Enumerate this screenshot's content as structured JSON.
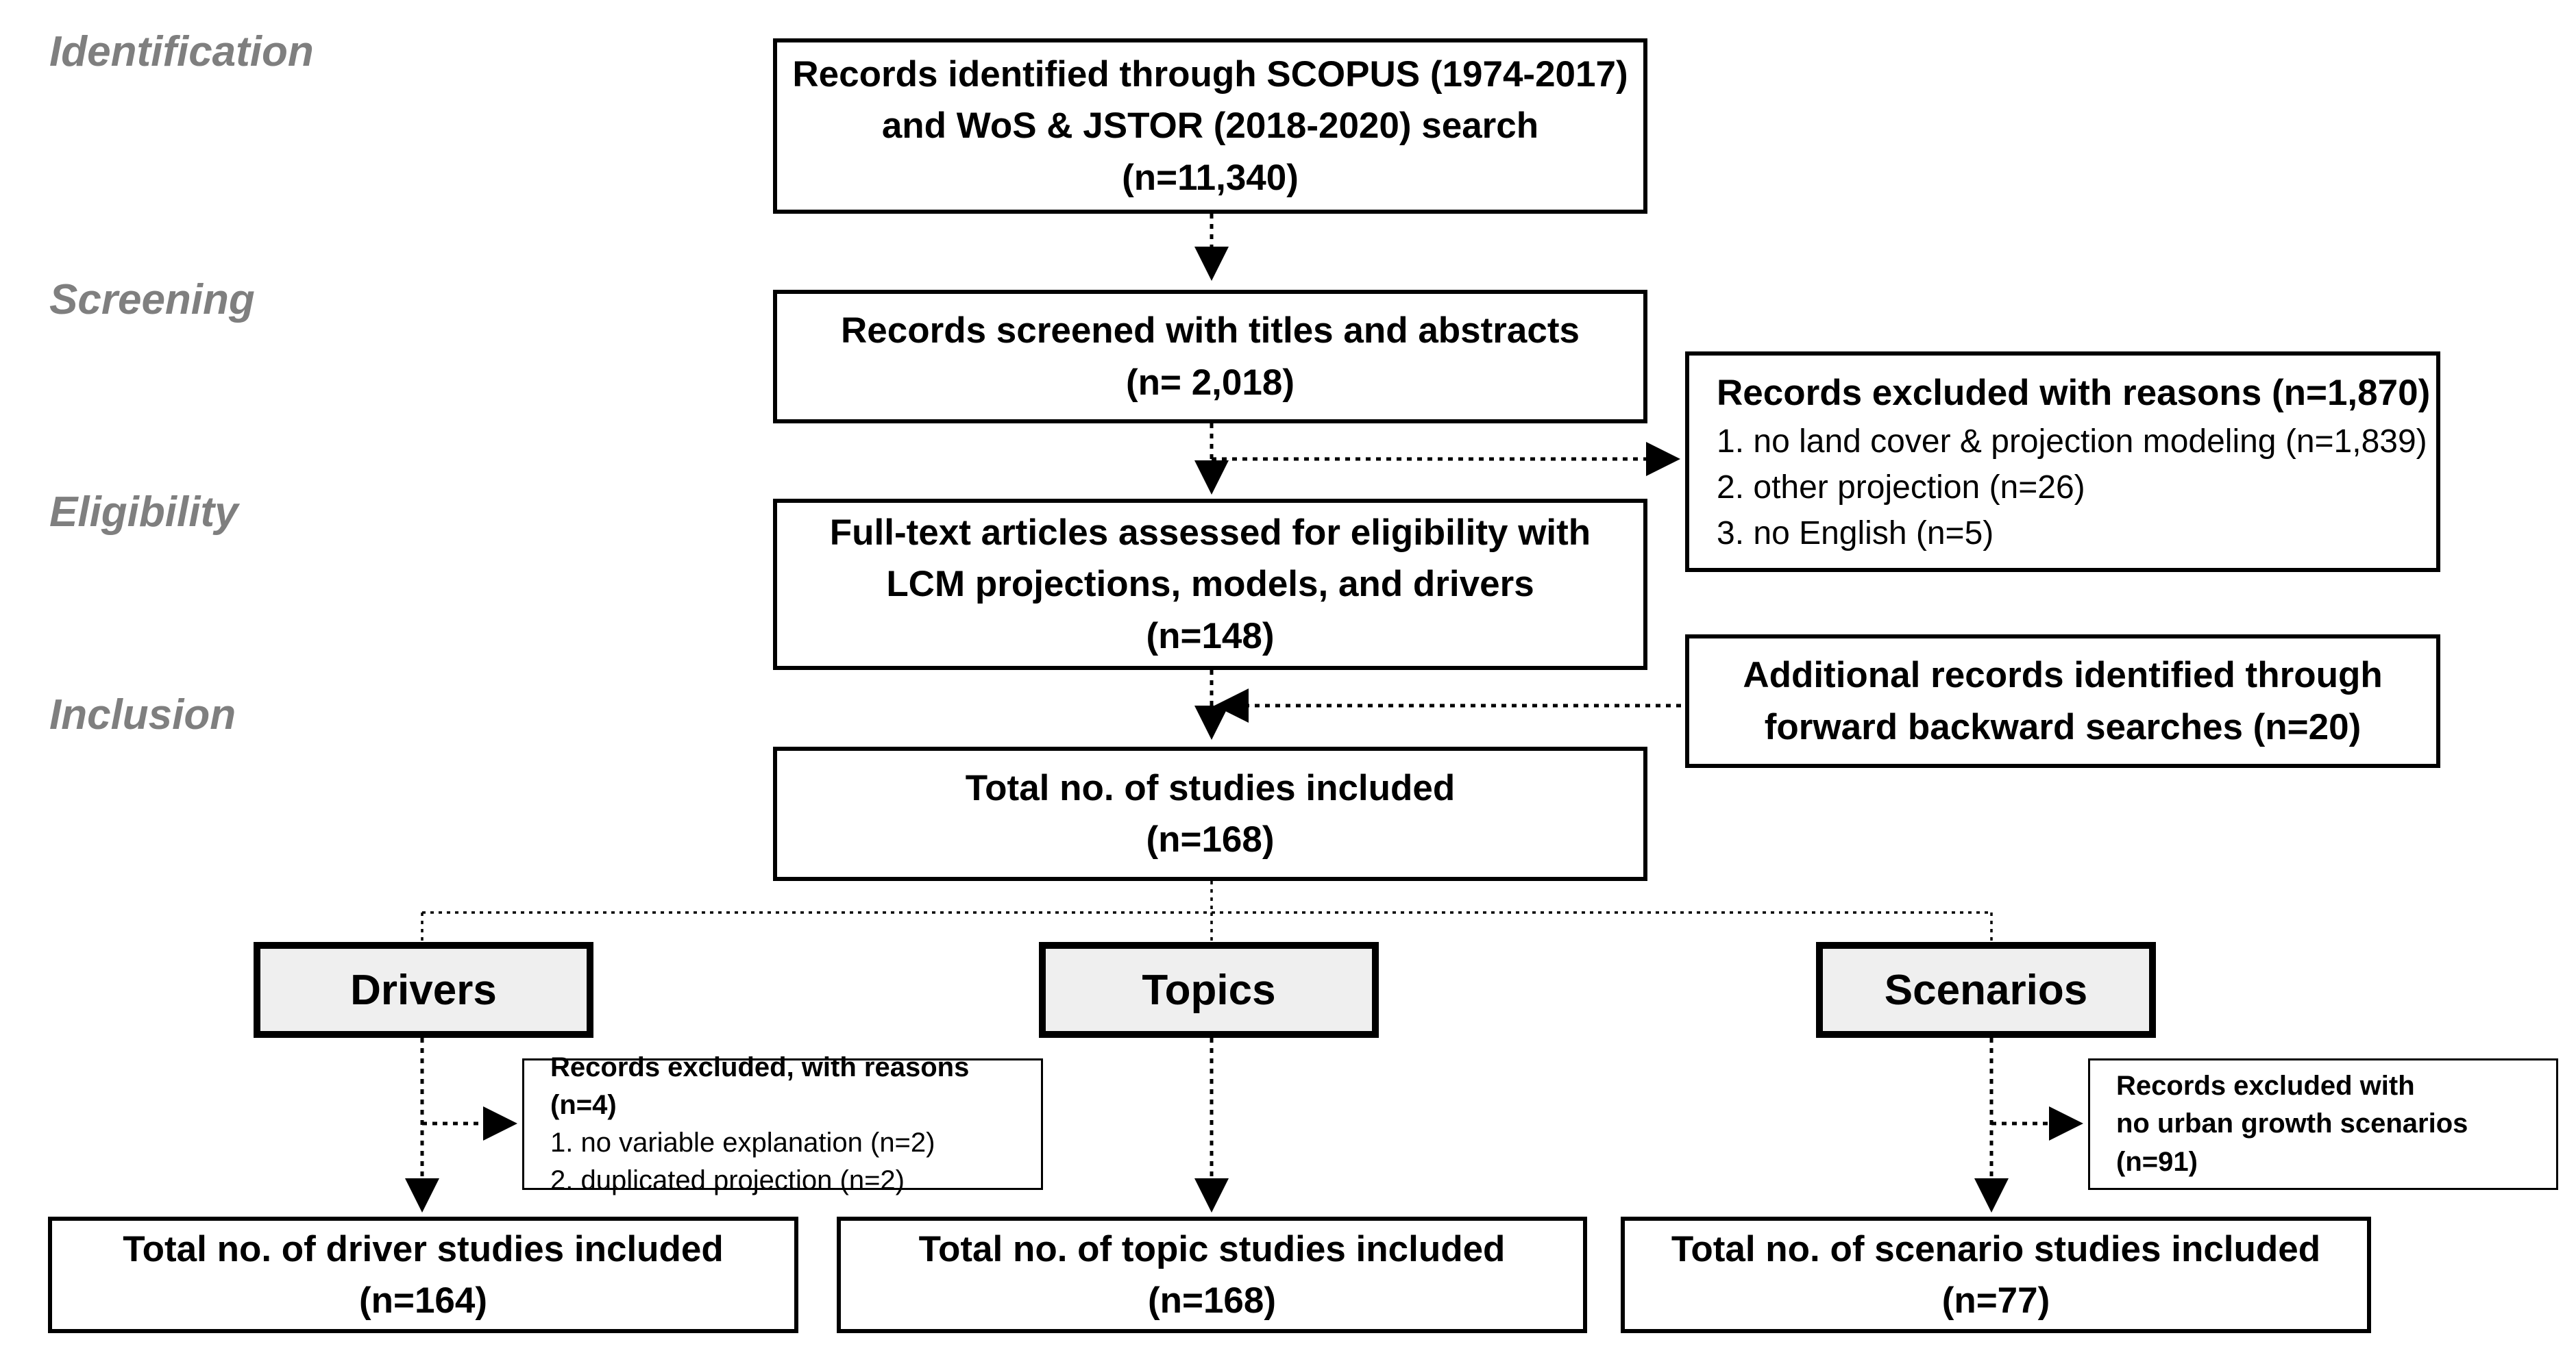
{
  "stages": {
    "identification": "Identification",
    "screening": "Screening",
    "eligibility": "Eligibility",
    "inclusion": "Inclusion"
  },
  "identified": {
    "line1": "Records identified through SCOPUS (1974-2017)",
    "line2": "and WoS & JSTOR (2018-2020) search",
    "line3": "(n=11,340)"
  },
  "screened": {
    "line1": "Records screened with titles and abstracts",
    "line2": "(n= 2,018)"
  },
  "excluded": {
    "title": "Records excluded with reasons (n=1,870)",
    "items": [
      "1. no land cover & projection modeling (n=1,839)",
      "2. other projection (n=26)",
      "3. no English (n=5)"
    ]
  },
  "fulltext": {
    "line1": "Full-text articles assessed for eligibility with",
    "line2": "LCM projections, models, and drivers",
    "line3": "(n=148)"
  },
  "additional": {
    "line1": "Additional records identified through",
    "line2": "forward backward searches (n=20)"
  },
  "included": {
    "line1": "Total no. of studies included",
    "line2": "(n=168)"
  },
  "categories": {
    "drivers": "Drivers",
    "topics": "Topics",
    "scenarios": "Scenarios"
  },
  "drivers_excluded": {
    "title": "Records excluded, with reasons (n=4)",
    "items": [
      "1. no variable explanation (n=2)",
      "2. duplicated projection (n=2)"
    ]
  },
  "scenarios_excluded": {
    "line1": "Records excluded with",
    "line2": "no urban growth scenarios (n=91)"
  },
  "results": {
    "drivers": {
      "line1": "Total no. of driver studies included",
      "line2": "(n=164)"
    },
    "topics": {
      "line1": "Total no. of topic studies included",
      "line2": "(n=168)"
    },
    "scenarios": {
      "line1": "Total no. of scenario studies included",
      "line2": "(n=77)"
    }
  }
}
